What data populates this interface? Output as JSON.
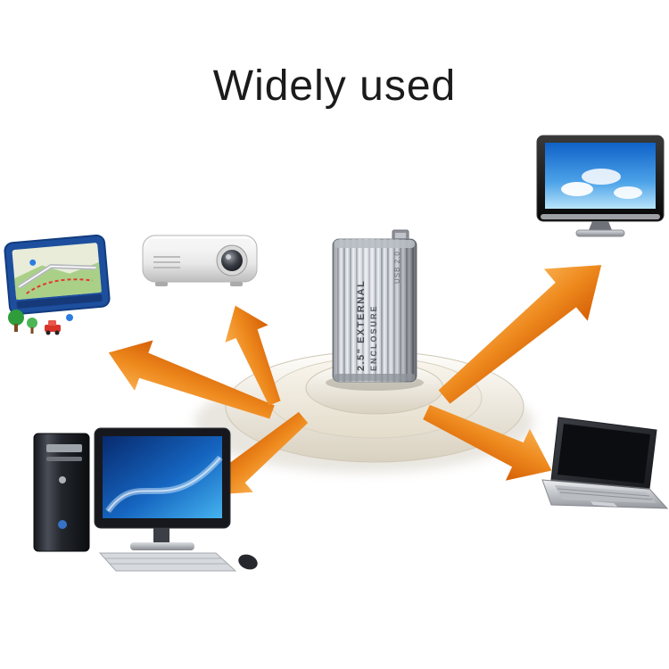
{
  "title": "Widely used",
  "enclosure": {
    "label_line1": "2.5\" EXTERNAL",
    "label_line2": "ENCLOSURE",
    "port_label": "USB 2.0"
  },
  "center_device": {
    "icon": "hard-drive-enclosure-icon"
  },
  "devices": [
    {
      "icon": "gps-navigator-icon"
    },
    {
      "icon": "projector-icon"
    },
    {
      "icon": "tv-icon"
    },
    {
      "icon": "desktop-computer-icon"
    },
    {
      "icon": "laptop-icon"
    }
  ],
  "colors": {
    "arrow_light": "#f8ab4a",
    "arrow_mid": "#ee8a1e",
    "arrow_dark": "#d55f06",
    "ring_light": "#fffefb",
    "ring_dark": "#d9d1c0",
    "background": "#ffffff",
    "title_text": "#1b1b1b"
  }
}
